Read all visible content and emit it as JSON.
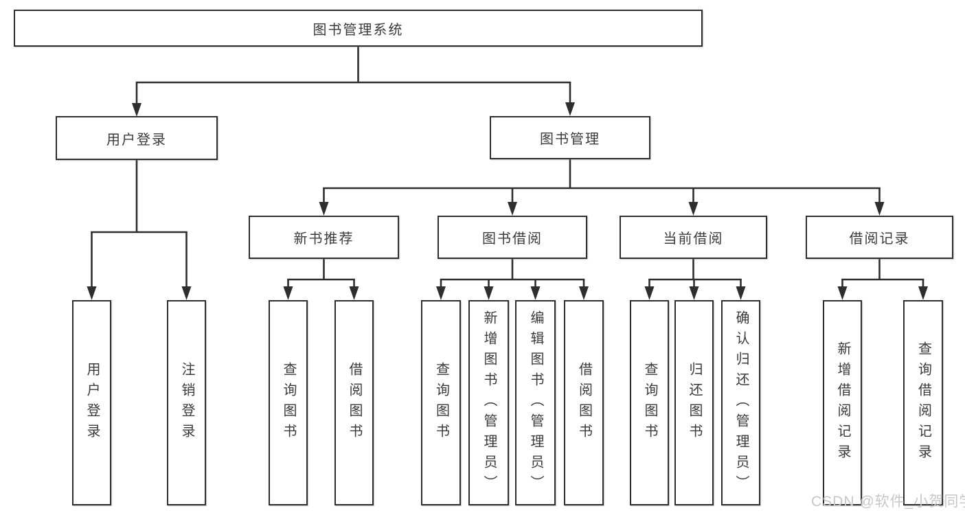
{
  "title": "图书管理系统",
  "tree": {
    "root": {
      "label": "图书管理系统"
    },
    "branches": [
      {
        "label": "用户登录",
        "leaves": [
          {
            "label": "用户登录"
          },
          {
            "label": "注销登录"
          }
        ]
      },
      {
        "label": "图书管理",
        "sections": [
          {
            "label": "新书推荐",
            "leaves": [
              {
                "label": "查询图书"
              },
              {
                "label": "借阅图书"
              }
            ]
          },
          {
            "label": "图书借阅",
            "leaves": [
              {
                "label": "查询图书"
              },
              {
                "label": "新增图书（管理员）"
              },
              {
                "label": "编辑图书（管理员）"
              },
              {
                "label": "借阅图书"
              }
            ]
          },
          {
            "label": "当前借阅",
            "leaves": [
              {
                "label": "查询图书"
              },
              {
                "label": "归还图书"
              },
              {
                "label": "确认归还（管理员）"
              }
            ]
          },
          {
            "label": "借阅记录",
            "leaves": [
              {
                "label": "新增借阅记录"
              },
              {
                "label": "查询借阅记录"
              }
            ]
          }
        ]
      }
    ]
  },
  "watermark": {
    "text": "CSDN @软件_小贺同学",
    "color": "#c7c7c7"
  },
  "colors": {
    "line": "#2e2e2e",
    "box_border": "#2e2e2e",
    "text": "#3a3a3a",
    "background": "#ffffff"
  }
}
